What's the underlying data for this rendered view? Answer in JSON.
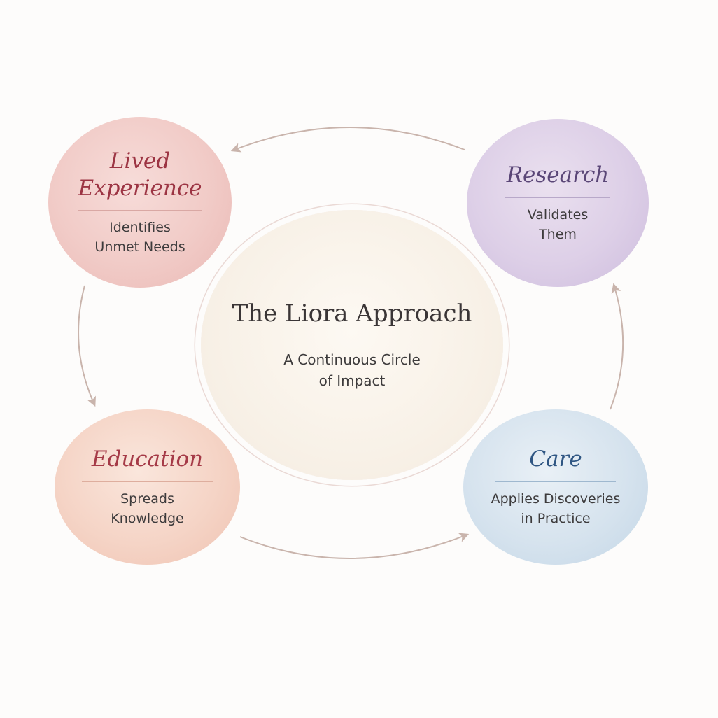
{
  "center": {
    "title": "The Liora Approach",
    "subtitle_line1": "A Continuous Circle",
    "subtitle_line2": "of Impact"
  },
  "nodes": {
    "lived": {
      "title_line1": "Lived",
      "title_line2": "Experience",
      "desc_line1": "Identifies",
      "desc_line2": "Unmet Needs"
    },
    "research": {
      "title": "Research",
      "desc_line1": "Validates",
      "desc_line2": "Them"
    },
    "education": {
      "title": "Education",
      "desc_line1": "Spreads",
      "desc_line2": "Knowledge"
    },
    "care": {
      "title": "Care",
      "desc_line1": "Applies Discoveries",
      "desc_line2": "in Practice"
    }
  },
  "colors": {
    "connector": "#c9b4ac",
    "lived_accent": "#9c3443",
    "research_accent": "#5a4677",
    "education_accent": "#a53a47",
    "care_accent": "#2f5683"
  }
}
